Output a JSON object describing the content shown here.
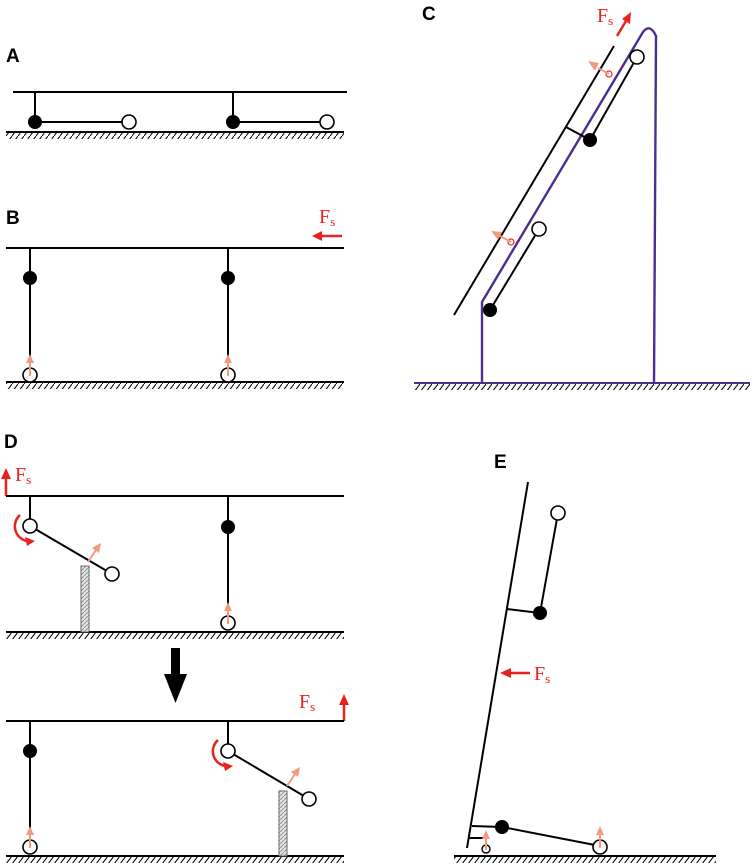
{
  "colors": {
    "line": "#000000",
    "force": "#e8231e",
    "thrust": "#f29a82",
    "structure": "#4b2f8f",
    "stem": "#cccccc"
  },
  "panels": [
    {
      "id": "A",
      "label": "A"
    },
    {
      "id": "B",
      "label": "B"
    },
    {
      "id": "C",
      "label": "C"
    },
    {
      "id": "D",
      "label": "D"
    },
    {
      "id": "E",
      "label": "E"
    }
  ],
  "force_symbol": {
    "main": "F",
    "sub": "s"
  },
  "icons": {
    "transition": "arrow-down-icon",
    "rotation": "curved-arrow-icon"
  }
}
